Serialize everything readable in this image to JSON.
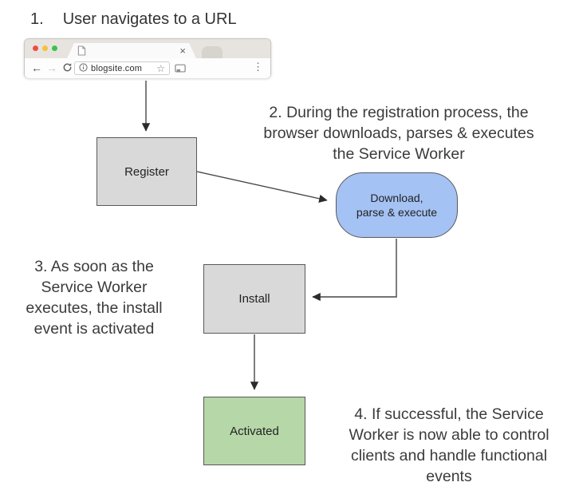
{
  "title": {
    "number": "1.",
    "text": "User navigates to a URL"
  },
  "browser": {
    "url": "blogsite.com",
    "tab_close_glyph": "×",
    "back_glyph": "←",
    "forward_glyph": "→",
    "star_glyph": "☆",
    "menu_glyph": "⋮"
  },
  "nodes": {
    "register": {
      "label": "Register",
      "fill": "#d9d9d9"
    },
    "download": {
      "line1": "Download,",
      "line2": "parse & execute",
      "fill": "#a4c2f4"
    },
    "install": {
      "label": "Install",
      "fill": "#d9d9d9"
    },
    "activated": {
      "label": "Activated",
      "fill": "#b6d7a8"
    }
  },
  "steps": {
    "step2": {
      "lines": [
        "2. During the registration process, the",
        "browser downloads, parses & executes",
        "the Service Worker"
      ]
    },
    "step3": {
      "lines": [
        "3. As soon as the",
        "Service Worker",
        "executes, the install",
        "event is activated"
      ]
    },
    "step4": {
      "lines": [
        "4. If successful, the Service",
        "Worker is now able to control",
        "clients and handle functional",
        "events"
      ]
    }
  },
  "colors": {
    "node_border": "#595959",
    "arrow_line": "#454545",
    "arrow_head": "#2b2b2b",
    "annotation_text": "#3b3b3b",
    "traffic_red": "#ee4d43",
    "traffic_yellow": "#f6c13b",
    "traffic_green": "#3ac24f"
  }
}
